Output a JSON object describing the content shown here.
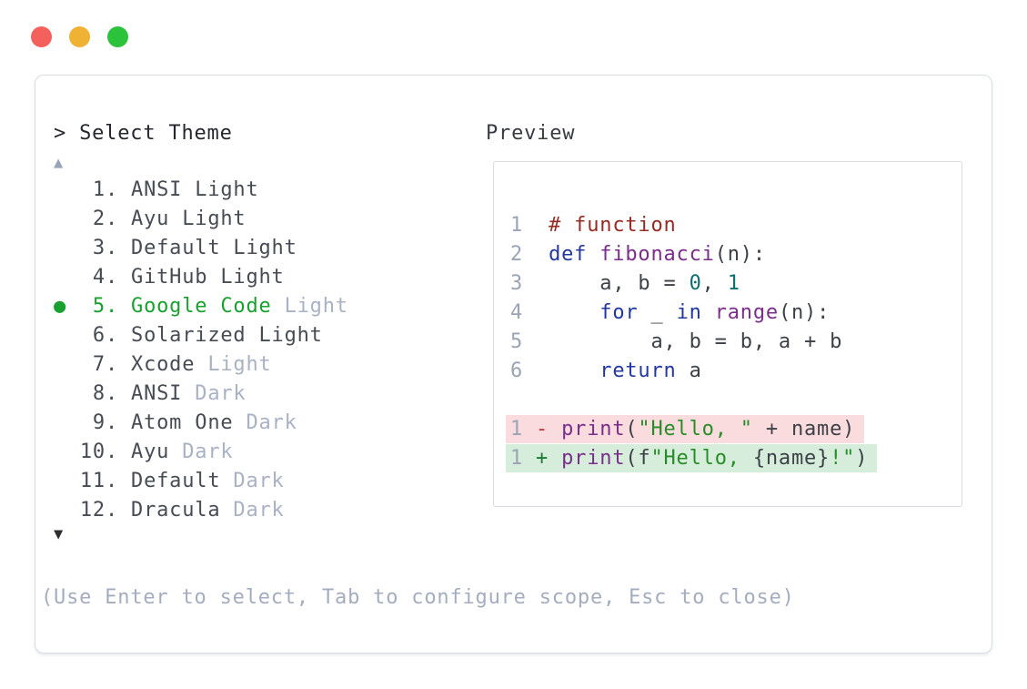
{
  "colors": {
    "traffic_red": "#f4615c",
    "traffic_yellow": "#f0b232",
    "traffic_green": "#2cc23c",
    "panel_border": "#d8dde6",
    "text_primary": "#24282e",
    "text_list": "#474c54",
    "text_muted": "#a9b2c4",
    "text_preview": "#383c42",
    "hint": "#a4adbf",
    "line_number": "#9aa4b6",
    "scroll_up": "#9aa4b8",
    "scroll_down": "#2b2f33",
    "accent_selected": "#18a12e",
    "diff_del_bg": "#fadbde",
    "diff_ins_bg": "#d5edda"
  },
  "picker": {
    "prompt_caret": ">",
    "prompt_label": "Select Theme",
    "scroll_up_icon": "▲",
    "scroll_down_icon": "▼",
    "selected_bullet": "●",
    "hint": "(Use Enter to select, Tab to configure scope, Esc to close)",
    "themes": [
      {
        "num": "1.",
        "name": "ANSI Light",
        "muted": "",
        "selected": false
      },
      {
        "num": "2.",
        "name": "Ayu Light",
        "muted": "",
        "selected": false
      },
      {
        "num": "3.",
        "name": "Default Light",
        "muted": "",
        "selected": false
      },
      {
        "num": "4.",
        "name": "GitHub Light",
        "muted": "",
        "selected": false
      },
      {
        "num": "5.",
        "name": "Google Code",
        "muted": "Light",
        "selected": true
      },
      {
        "num": "6.",
        "name": "Solarized Light",
        "muted": "",
        "selected": false
      },
      {
        "num": "7.",
        "name": "Xcode",
        "muted": "Light",
        "selected": false
      },
      {
        "num": "8.",
        "name": "ANSI",
        "muted": "Dark",
        "selected": false
      },
      {
        "num": "9.",
        "name": "Atom One",
        "muted": "Dark",
        "selected": false
      },
      {
        "num": "10.",
        "name": "Ayu",
        "muted": "Dark",
        "selected": false
      },
      {
        "num": "11.",
        "name": "Default",
        "muted": "Dark",
        "selected": false
      },
      {
        "num": "12.",
        "name": "Dracula",
        "muted": "Dark",
        "selected": false
      }
    ]
  },
  "preview": {
    "label": "Preview",
    "syntax_colors": {
      "pln": "#3c4147",
      "com": "#962a24",
      "kwd": "#2337a0",
      "typ": "#7b2d8a",
      "str": "#278d27",
      "lit": "#0d6e6e",
      "del": "#c03535",
      "ins": "#1d7a33"
    },
    "code_lines": [
      {
        "num": "1",
        "tokens": [
          {
            "t": "com",
            "s": "# function"
          }
        ]
      },
      {
        "num": "2",
        "tokens": [
          {
            "t": "kwd",
            "s": "def"
          },
          {
            "t": "pln",
            "s": " "
          },
          {
            "t": "typ",
            "s": "fibonacci"
          },
          {
            "t": "pln",
            "s": "(n):"
          }
        ]
      },
      {
        "num": "3",
        "tokens": [
          {
            "t": "pln",
            "s": "    a, b = "
          },
          {
            "t": "lit",
            "s": "0"
          },
          {
            "t": "pln",
            "s": ", "
          },
          {
            "t": "lit",
            "s": "1"
          }
        ]
      },
      {
        "num": "4",
        "tokens": [
          {
            "t": "pln",
            "s": "    "
          },
          {
            "t": "kwd",
            "s": "for"
          },
          {
            "t": "pln",
            "s": " _ "
          },
          {
            "t": "kwd",
            "s": "in"
          },
          {
            "t": "pln",
            "s": " "
          },
          {
            "t": "typ",
            "s": "range"
          },
          {
            "t": "pln",
            "s": "(n):"
          }
        ]
      },
      {
        "num": "5",
        "tokens": [
          {
            "t": "pln",
            "s": "        a, b = b, a + b"
          }
        ]
      },
      {
        "num": "6",
        "tokens": [
          {
            "t": "pln",
            "s": "    "
          },
          {
            "t": "kwd",
            "s": "return"
          },
          {
            "t": "pln",
            "s": " a"
          }
        ]
      }
    ],
    "diff_lines": [
      {
        "num": "1",
        "kind": "del",
        "tokens": [
          {
            "t": "del",
            "s": "- "
          },
          {
            "t": "typ",
            "s": "print"
          },
          {
            "t": "pln",
            "s": "("
          },
          {
            "t": "str",
            "s": "\"Hello, \""
          },
          {
            "t": "pln",
            "s": " + name)"
          }
        ]
      },
      {
        "num": "1",
        "kind": "ins",
        "tokens": [
          {
            "t": "ins",
            "s": "+ "
          },
          {
            "t": "typ",
            "s": "print"
          },
          {
            "t": "pln",
            "s": "(f"
          },
          {
            "t": "str",
            "s": "\"Hello, "
          },
          {
            "t": "pln",
            "s": "{name}"
          },
          {
            "t": "str",
            "s": "!\""
          },
          {
            "t": "pln",
            "s": ")"
          }
        ]
      }
    ]
  }
}
